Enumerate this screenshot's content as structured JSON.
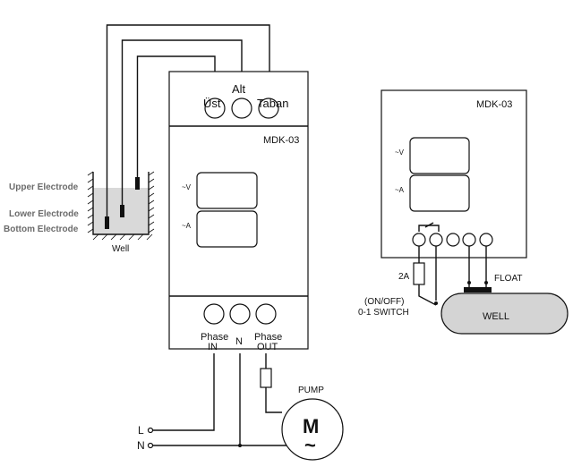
{
  "left_device": {
    "top_terminals": {
      "group_label": "Alt",
      "left_label": "Üst",
      "right_label": "Taban"
    },
    "model": "MDK-03",
    "display_v": "~V",
    "display_a": "~A",
    "bottom_terminals": {
      "phase_in_line1": "Phase",
      "phase_in_line2": "IN",
      "neutral": "N",
      "phase_out_line1": "Phase",
      "phase_out_line2": "OUT"
    }
  },
  "well_left": {
    "upper_electrode": "Upper Electrode",
    "lower_electrode": "Lower Electrode",
    "bottom_electrode": "Bottom Electrode",
    "well_label": "Well"
  },
  "supply": {
    "line": "L",
    "neutral": "N"
  },
  "pump": {
    "label": "PUMP",
    "motor_symbol": "M",
    "ac_symbol": "~"
  },
  "right_device": {
    "model": "MDK-03",
    "display_v": "~V",
    "display_a": "~A",
    "fuse_label": "2A",
    "switch_line1": "(ON/OFF)",
    "switch_line2": "0-1 SWITCH",
    "float_label": "FLOAT",
    "well_label": "WELL"
  },
  "colors": {
    "wire": "#111111",
    "grey_text": "#6b6b6b",
    "water": "#d9d9d9",
    "well_ellipse": "#d4d4d4"
  }
}
